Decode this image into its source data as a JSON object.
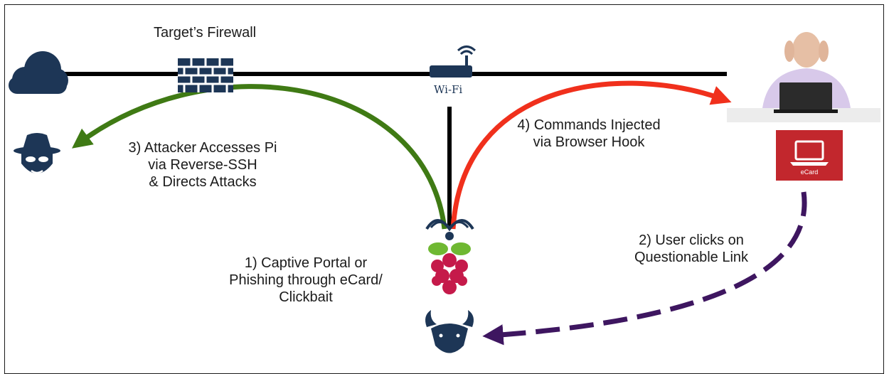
{
  "labels": {
    "firewall": "Target’s Firewall",
    "wifi": "Wi-Fi",
    "step1": "1) Captive Portal or\nPhishing through eCard/\nClickbait",
    "step2": "2) User clicks on\nQuestionable Link",
    "step3": "3) Attacker Accesses Pi\nvia Reverse-SSH\n& Directs Attacks",
    "step4": "4) Commands Injected\nvia Browser Hook",
    "ecard": "eCard"
  },
  "icons": {
    "cloud": "cloud-icon",
    "firewall": "brick-wall-icon",
    "router": "wifi-router-icon",
    "attacker": "hacker-icon",
    "pi": "raspberry-pi-icon",
    "beef": "bull-icon",
    "user": "stressed-user-photo",
    "ecard": "laptop-icon"
  },
  "colors": {
    "navy": "#1d3656",
    "green_arrow": "#3f7a14",
    "red_arrow": "#f0301c",
    "purple_arrow": "#3e1660",
    "ecard_red": "#c2272d",
    "line": "#000000"
  }
}
